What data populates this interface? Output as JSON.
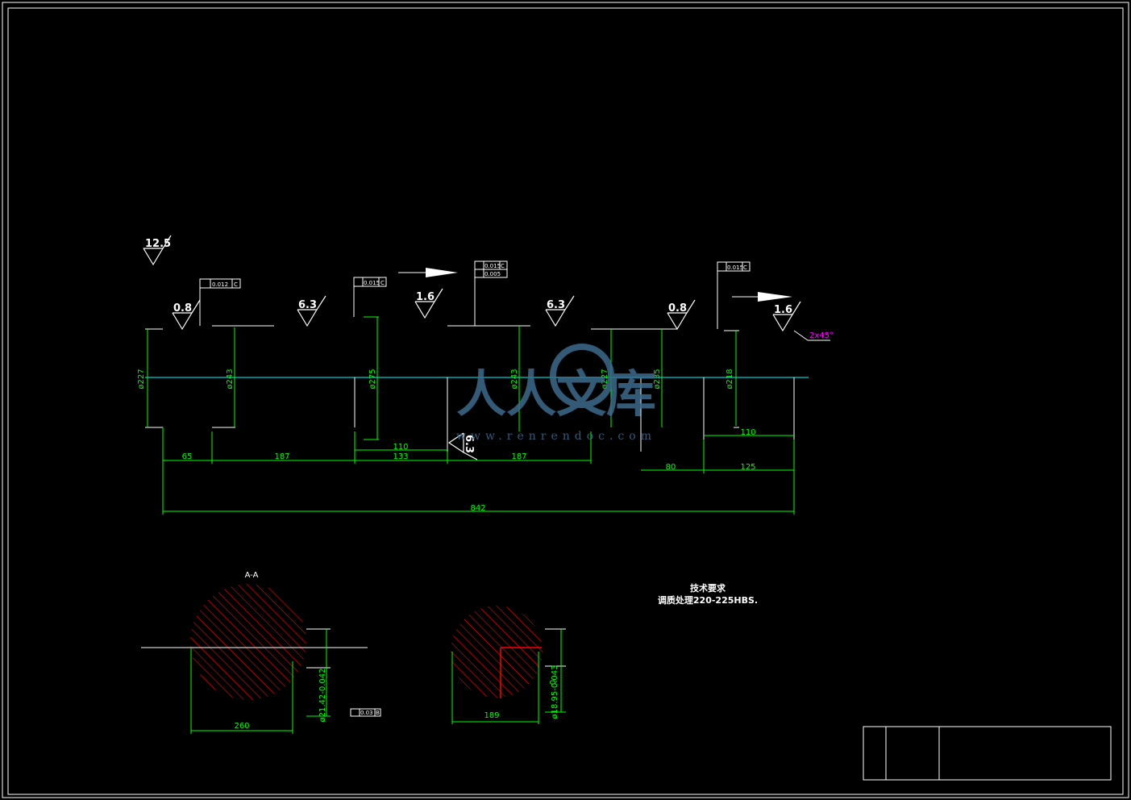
{
  "roughness": [
    "12.5",
    "0.8",
    "6.3",
    "1.6",
    "6.3",
    "0.8",
    "1.6",
    "6.3"
  ],
  "tolerance_frames": {
    "f1": "0.012",
    "f2": "0.015",
    "f3a": "0.015",
    "f3b": "0.005",
    "f4": "0.015",
    "datum": "C",
    "keyway": "0.03",
    "keyway_datum": "B"
  },
  "diameters": {
    "d1": "ø227",
    "d2": "ø243",
    "d3": "ø275",
    "d4": "ø243",
    "d5": "ø227",
    "d6": "ø235",
    "d7": "ø218"
  },
  "lengths": {
    "l65": "65",
    "l187a": "187",
    "l110a": "110",
    "l133": "133",
    "l187b": "187",
    "l110b": "110",
    "l80": "80",
    "l125": "125",
    "l842": "842"
  },
  "chamfer": "2x45°",
  "section_label": "A-A",
  "section1": {
    "width": "260",
    "depth": "ø21.42-0.042"
  },
  "section2": {
    "width": "189",
    "depth": "ø18.95-0.043",
    "zero": "0"
  },
  "tech_title": "技术要求",
  "tech_text": "调质处理220-225HBS.",
  "watermark": {
    "cn": "人人文库",
    "url": "www.renrendoc.com"
  },
  "colors": {
    "dims": "#00ff00",
    "hatch": "#ff0000",
    "center": "#00ffff",
    "chamfer": "#ff00ff"
  }
}
